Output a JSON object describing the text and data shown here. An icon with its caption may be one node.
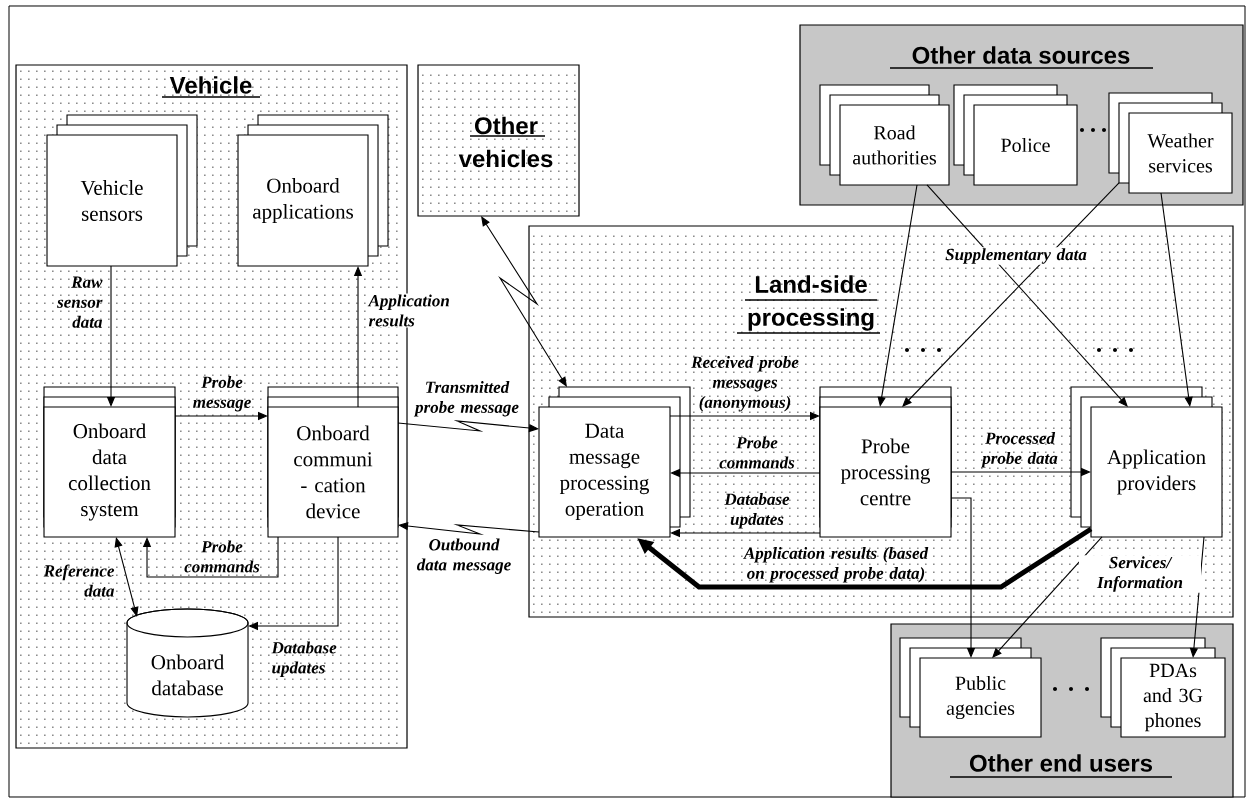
{
  "diagram": {
    "nodes": [
      {
        "text": [
          "Vehicle"
        ]
      },
      {
        "text": [
          "Other vehicles"
        ]
      },
      {
        "text": [
          "Other data sources"
        ]
      },
      {
        "text": [
          "Land-side processing"
        ]
      },
      {
        "text": [
          "Other end users"
        ]
      },
      {
        "text": [
          "Vehicle sensors"
        ],
        "in": 0
      },
      {
        "text": [
          "Onboard applications"
        ],
        "in": 0
      },
      {
        "text": [
          "Onboard data collection system"
        ],
        "in": 0
      },
      {
        "text": [
          "Onboard communi - cation device"
        ],
        "in": 0
      },
      {
        "text": [
          "Onboard database"
        ],
        "in": 0
      },
      {
        "text": [
          "Road authorities"
        ],
        "in": 2
      },
      {
        "text": [
          "Police"
        ],
        "in": 2
      },
      {
        "text": [
          "Weather services"
        ],
        "in": 2
      },
      {
        "text": [
          "Data message processing operation"
        ],
        "in": 3
      },
      {
        "text": [
          "Probe processing centre"
        ],
        "in": 3
      },
      {
        "text": [
          "Application providers"
        ],
        "in": 3
      },
      {
        "text": [
          "Public agencies"
        ],
        "in": 4
      },
      {
        "text": [
          "PDAs and 3G phones"
        ],
        "in": 4
      }
    ],
    "edges": [
      {
        "from": 5,
        "to": 7,
        "arrow": "to",
        "label": "Raw sensor data"
      },
      {
        "from": 7,
        "to": 8,
        "arrow": "to",
        "label": "Probe message"
      },
      {
        "from": 8,
        "to": 6,
        "arrow": "to",
        "label": "Application results"
      },
      {
        "from": 8,
        "to": 13,
        "arrow": "to",
        "label": "Transmitted probe message"
      },
      {
        "from": 13,
        "to": 8,
        "arrow": "to",
        "label": "Outbound data message"
      },
      {
        "from": 1,
        "to": 13,
        "arrow": "both"
      },
      {
        "from": 8,
        "to": 7,
        "arrow": "to",
        "label": "Probe commands"
      },
      {
        "from": 7,
        "to": 9,
        "arrow": "both",
        "label": "Reference data"
      },
      {
        "from": 8,
        "to": 9,
        "arrow": "to",
        "label": "Database updates"
      },
      {
        "from": 13,
        "to": 14,
        "arrow": "to",
        "label": "Received probe messages (anonymous)"
      },
      {
        "from": 14,
        "to": 13,
        "arrow": "to",
        "label": "Probe commands"
      },
      {
        "from": 14,
        "to": 13,
        "arrow": "to",
        "label": "Database updates"
      },
      {
        "from": 14,
        "to": 15,
        "arrow": "to",
        "label": "Processed probe data"
      },
      {
        "from": 15,
        "to": 13,
        "arrow": "to",
        "style": "thick",
        "label": "Application results (based on processed probe data)"
      },
      {
        "from": 10,
        "to": 14,
        "arrow": "to"
      },
      {
        "from": 10,
        "to": 15,
        "arrow": "to"
      },
      {
        "from": 12,
        "to": 14,
        "arrow": "to"
      },
      {
        "from": 12,
        "to": 15,
        "arrow": "to"
      },
      {
        "from": 14,
        "to": 16,
        "arrow": "to"
      },
      {
        "from": 15,
        "to": 16,
        "arrow": "to"
      },
      {
        "from": 15,
        "to": 17,
        "arrow": "to"
      }
    ],
    "labels": [
      "Supplementary data",
      "Services/ Information"
    ]
  }
}
